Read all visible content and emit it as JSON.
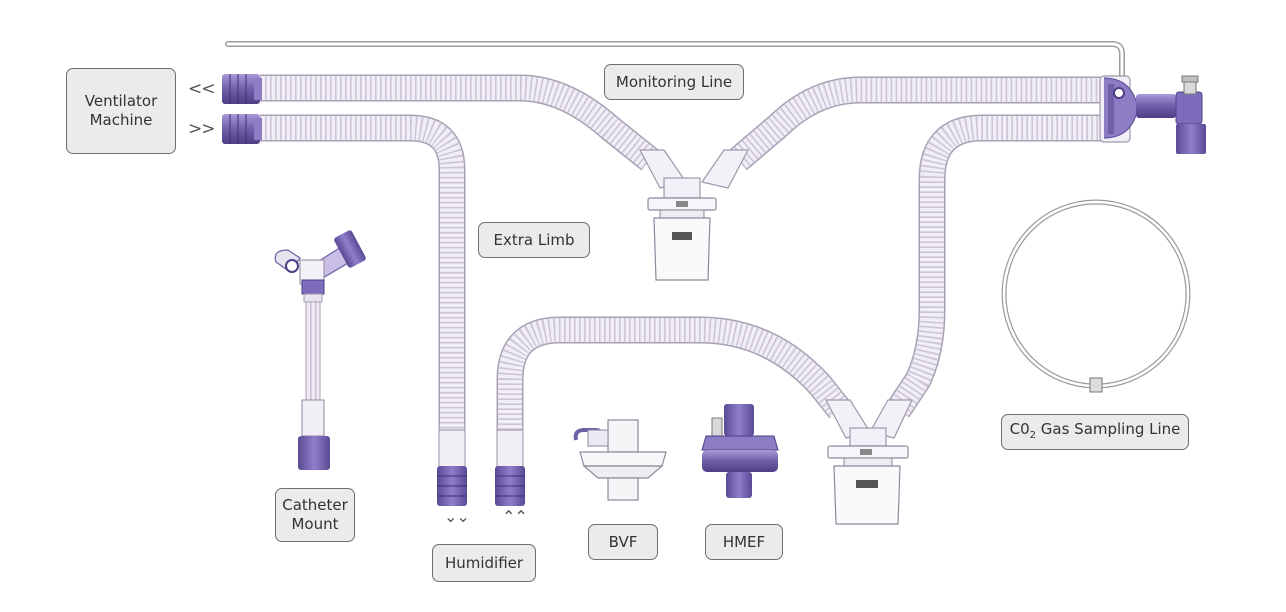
{
  "labels": {
    "ventilator": "Ventilator Machine",
    "monitoring": "Monitoring Line",
    "extra_limb": "Extra Limb",
    "catheter": "Catheter Mount",
    "humidifier": "Humidifier",
    "bvf": "BVF",
    "hmef": "HMEF",
    "co2_prefix": "C0",
    "co2_sub": "2",
    "co2_suffix": " Gas Sampling Line"
  },
  "arrows": {
    "from_machine": "<<",
    "to_machine": ">>",
    "down": "⌄⌄",
    "up": "⌃⌃"
  },
  "colors": {
    "tube": "#eeeaf4",
    "tube_stroke": "#9f98ad",
    "connector": "#6f5ea8",
    "connector_light": "#a697d4",
    "label_bg": "#ebebeb",
    "label_border": "#6e6e6e"
  }
}
